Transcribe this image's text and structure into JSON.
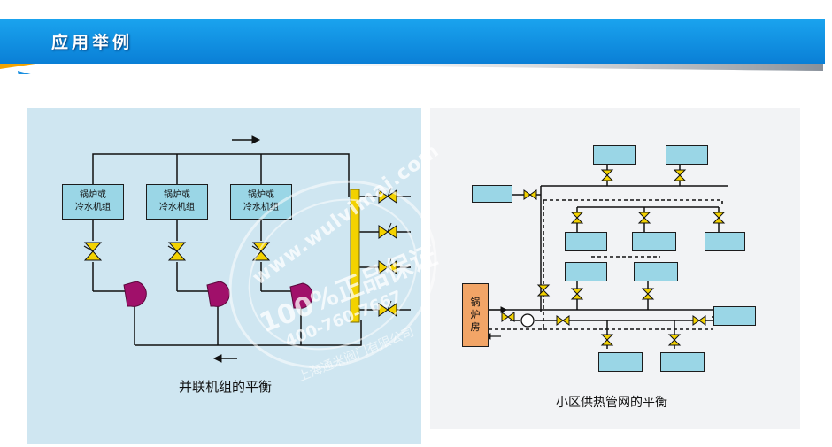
{
  "header": {
    "title": "应用举例",
    "bar_color": "#0e8fe0",
    "accent_color": "#f5a400"
  },
  "left_diagram": {
    "units": [
      {
        "line1": "锅炉或",
        "line2": "冷水机组"
      },
      {
        "line1": "锅炉或",
        "line2": "冷水机组"
      },
      {
        "line1": "锅炉或",
        "line2": "冷水机组"
      }
    ],
    "caption": "并联机组的平衡",
    "pump_color": "#a0106a",
    "header_color": "#f3d200"
  },
  "right_diagram": {
    "boiler_label": [
      "锅",
      "炉",
      "房"
    ],
    "caption": "小区供热管网的平衡",
    "boiler_color": "#f2a567",
    "consumer_color": "#9ad6e6"
  },
  "watermark": {
    "line1": "www.wulvimai.com",
    "line2": "100%正品保证",
    "line3": "400-760-7667",
    "line4": "上海通米阀门有限公司"
  }
}
